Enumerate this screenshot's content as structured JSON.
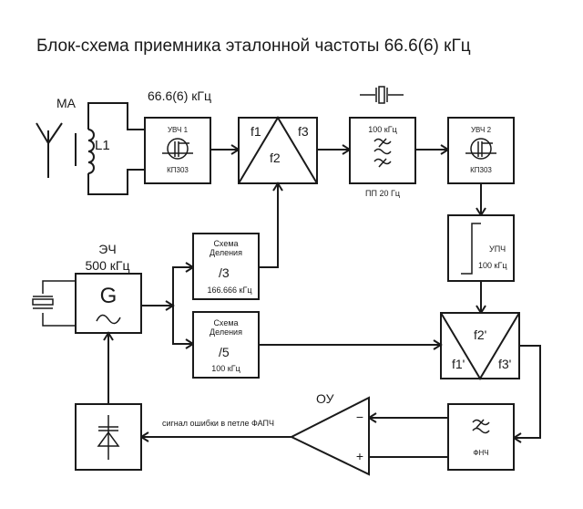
{
  "title": "Блок-схема приемника эталонной частоты 66.6(6) кГц",
  "antenna": {
    "label": "МА"
  },
  "coil": {
    "label": "L1"
  },
  "input_freq": "66.6(6) кГц",
  "uvch1": {
    "title": "УВЧ 1",
    "part": "КП303"
  },
  "mixer1": {
    "f1": "f1",
    "f2": "f2",
    "f3": "f3"
  },
  "crystal_filter": {
    "freq": "100 кГц",
    "bandwidth": "ПП 20 Гц"
  },
  "uvch2": {
    "title": "УВЧ 2",
    "part": "КП303"
  },
  "upch": {
    "title": "УПЧ",
    "freq": "100 кГц"
  },
  "reference_osc": {
    "name": "ЭЧ",
    "freq": "500 кГц",
    "symbol": "G",
    "wave": "∿"
  },
  "divider3": {
    "line1": "Схема",
    "line2": "Деления",
    "ratio": "/3",
    "freq": "166.666 кГц"
  },
  "divider5": {
    "line1": "Схема",
    "line2": "Деления",
    "ratio": "/5",
    "freq": "100 кГц"
  },
  "mixer2": {
    "f1": "f1'",
    "f2": "f2'",
    "f3": "f3'"
  },
  "lpf": {
    "label": "ФНЧ"
  },
  "opamp": {
    "label": "ОУ",
    "minus": "−",
    "plus": "+"
  },
  "error_signal": "сигнал ошибки в петле ФАПЧ"
}
